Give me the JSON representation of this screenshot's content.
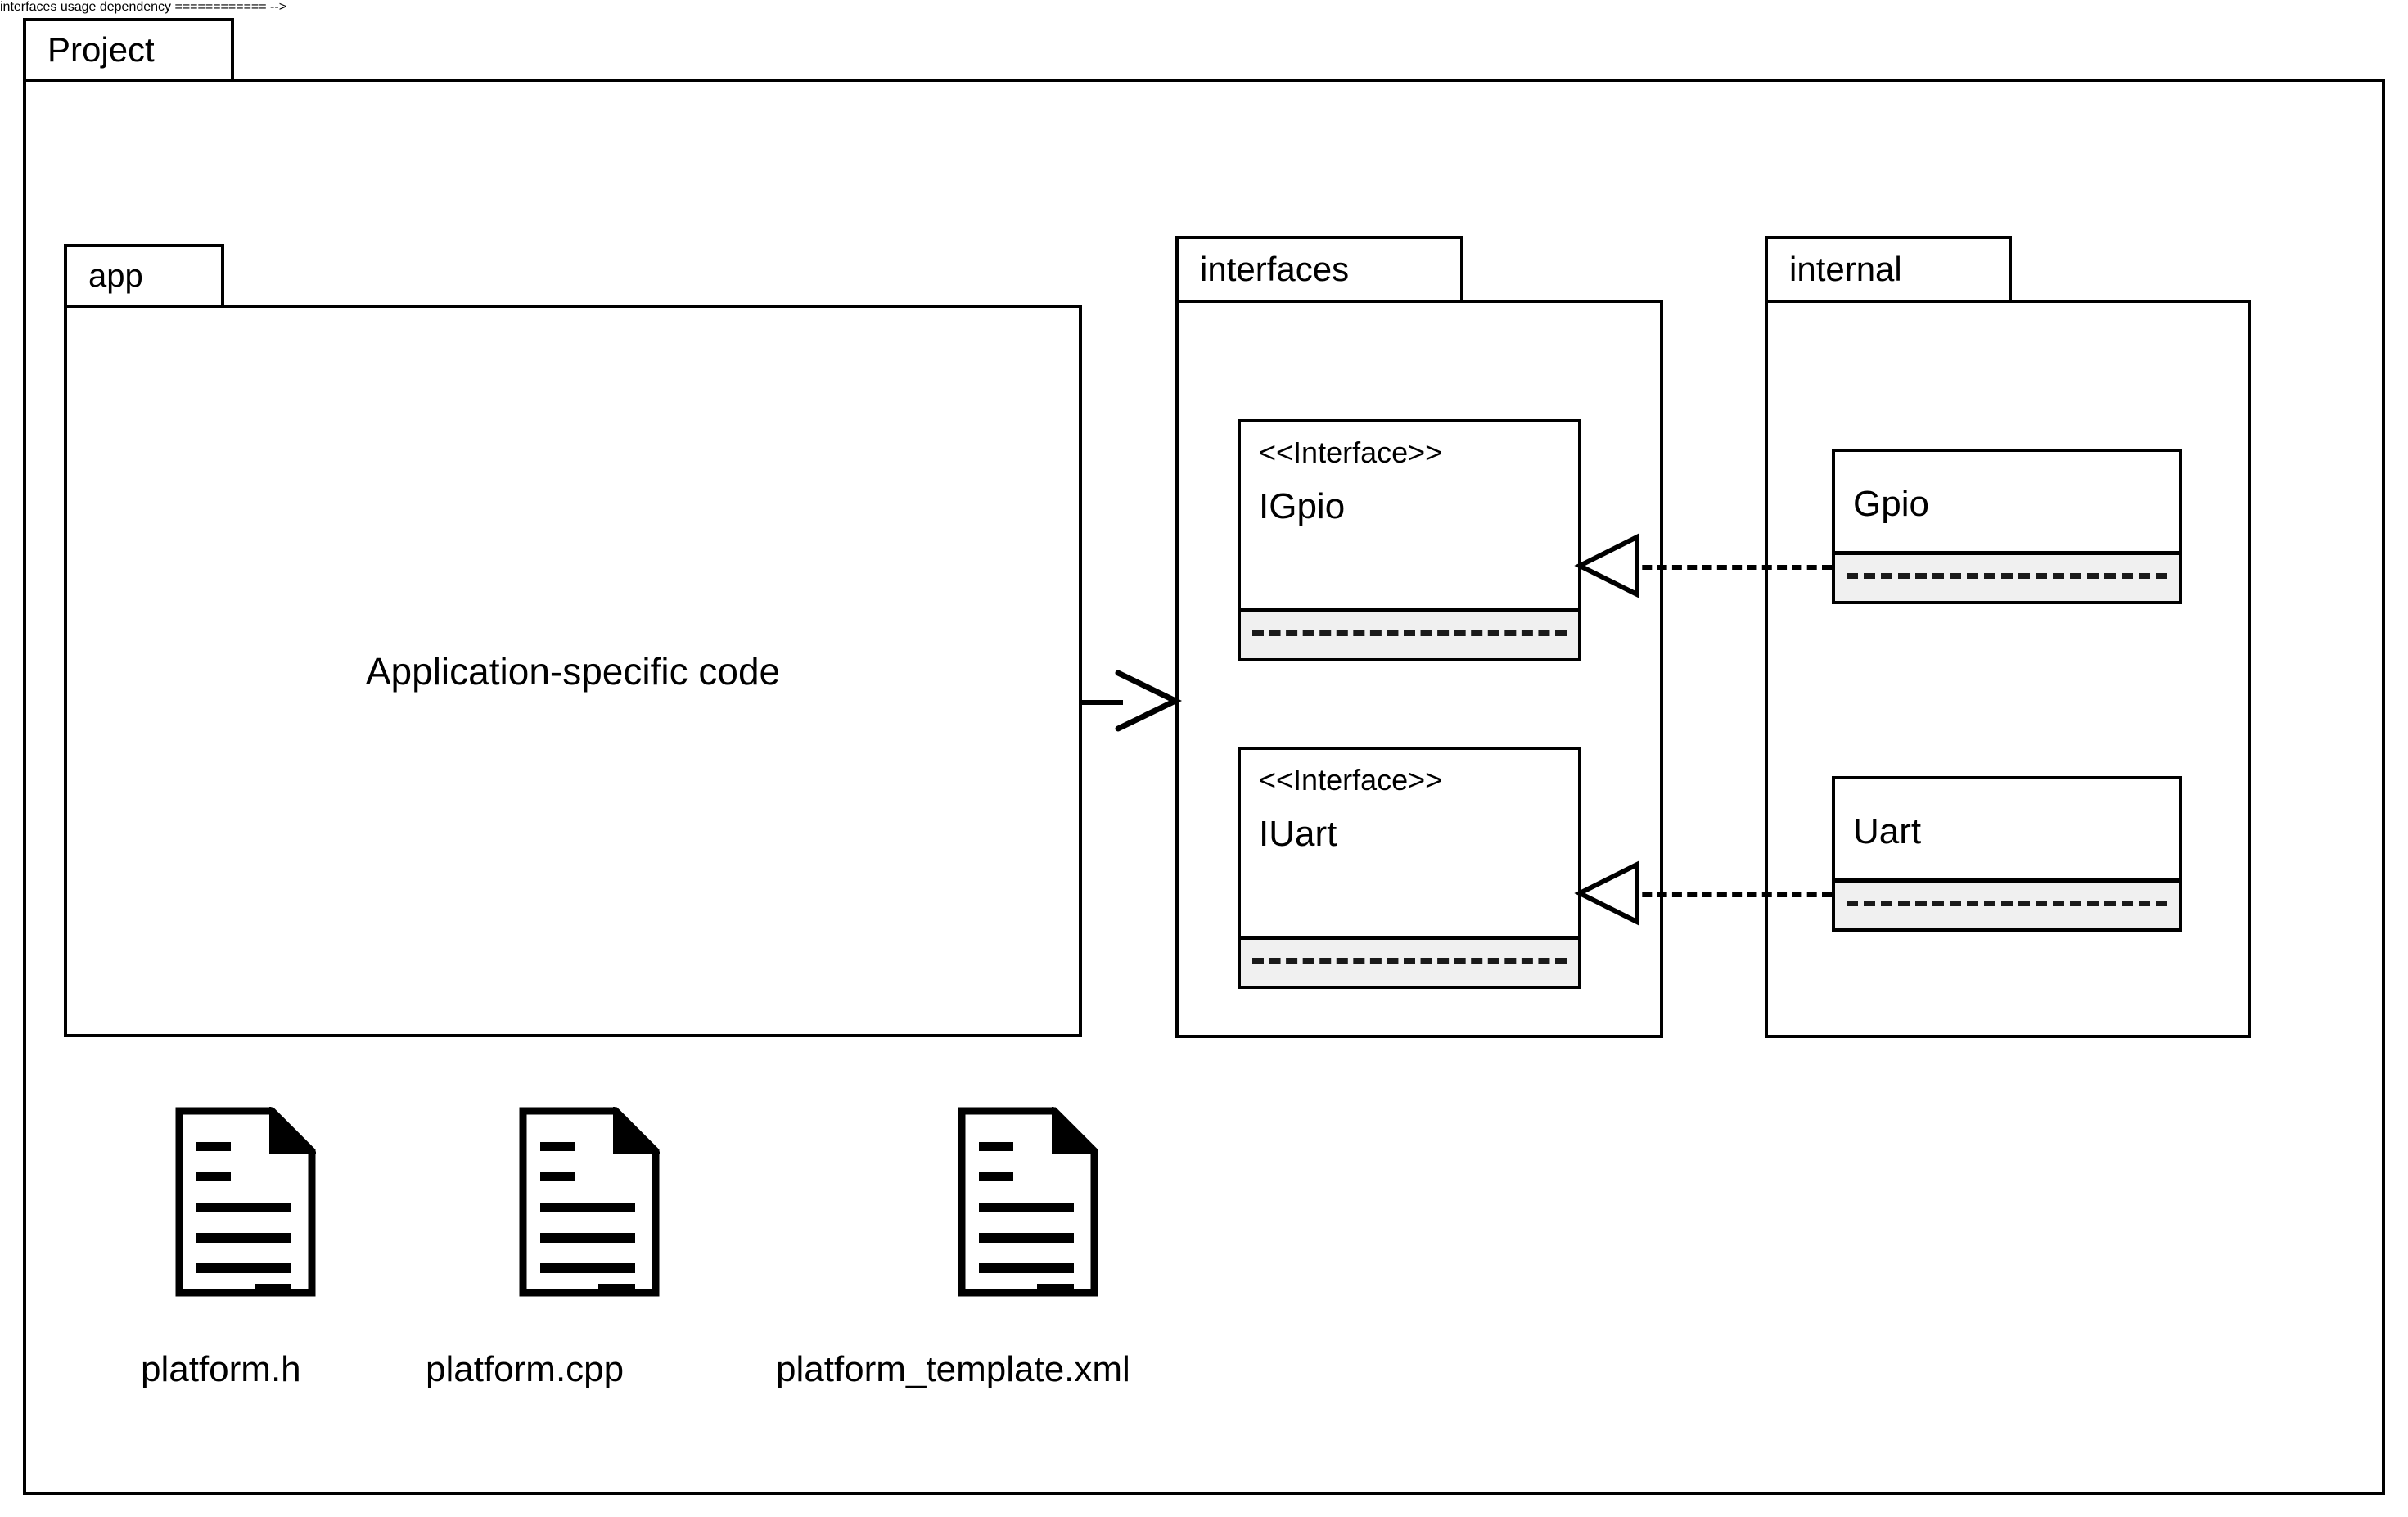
{
  "diagram": {
    "type": "uml-package-diagram",
    "background": "#ffffff",
    "stroke": "#000000",
    "compartment_fill": "#f0f0f0"
  },
  "packages": {
    "project": {
      "label": "Project"
    },
    "app": {
      "label": "app",
      "content_label": "Application-specific code"
    },
    "interfaces": {
      "label": "interfaces"
    },
    "internal": {
      "label": "internal"
    }
  },
  "classifiers": [
    {
      "id": "igpio",
      "stereotype": "<<Interface>>",
      "name": "IGpio",
      "package": "interfaces"
    },
    {
      "id": "iuart",
      "stereotype": "<<Interface>>",
      "name": "IUart",
      "package": "interfaces"
    },
    {
      "id": "gpio",
      "stereotype": "",
      "name": "Gpio",
      "package": "internal"
    },
    {
      "id": "uart",
      "stereotype": "",
      "name": "Uart",
      "package": "internal"
    }
  ],
  "relationships": [
    {
      "id": "dep-app-interfaces",
      "kind": "usage-dependency",
      "from": "app",
      "to": "interfaces",
      "line": "dashed",
      "arrowhead": "open"
    },
    {
      "id": "real-gpio-igpio",
      "kind": "realization",
      "from": "Gpio",
      "to": "IGpio",
      "line": "dashed",
      "arrowhead": "hollow-triangle"
    },
    {
      "id": "real-uart-iuart",
      "kind": "realization",
      "from": "Uart",
      "to": "IUart",
      "line": "dashed",
      "arrowhead": "hollow-triangle"
    }
  ],
  "artifacts": [
    {
      "icon": "document-icon",
      "label": "platform.h"
    },
    {
      "icon": "document-icon",
      "label": "platform.cpp"
    },
    {
      "icon": "document-icon",
      "label": "platform_template.xml"
    }
  ]
}
